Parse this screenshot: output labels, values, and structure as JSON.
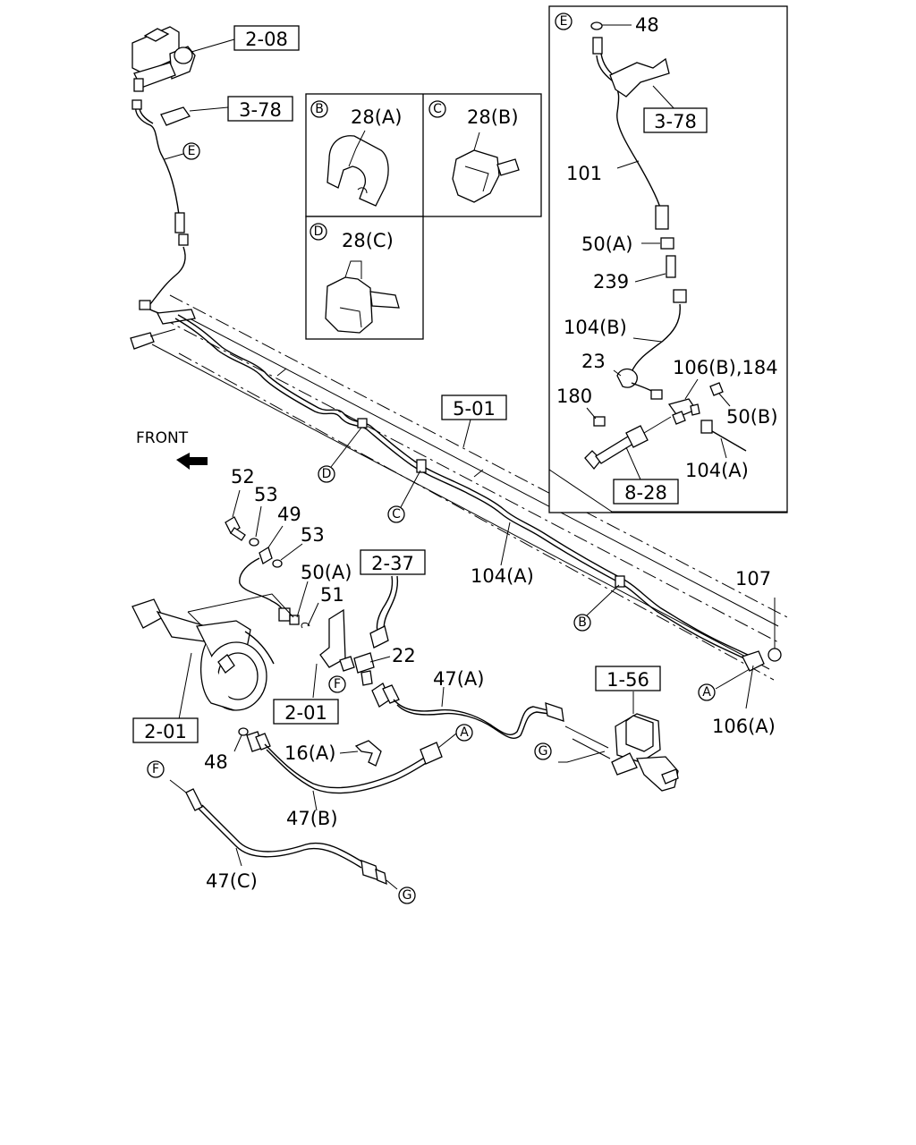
{
  "refs": {
    "r208": "2-08",
    "r378a": "3-78",
    "r378b": "3-78",
    "r501": "5-01",
    "r237": "2-37",
    "r201a": "2-01",
    "r201b": "2-01",
    "r156": "1-56",
    "r828": "8-28"
  },
  "front_label": "FRONT",
  "inset_letters": {
    "B": "B",
    "C": "C",
    "D": "D",
    "E": "E"
  },
  "inset_parts": {
    "b": "28(A)",
    "c": "28(B)",
    "d": "28(C)"
  },
  "detail_e": {
    "p48": "48",
    "p101": "101",
    "p50a": "50(A)",
    "p239": "239",
    "p104b": "104(B)",
    "p23": "23",
    "p106b": "106(B),184",
    "p180": "180",
    "p50b": "50(B)",
    "p104a": "104(A)"
  },
  "main_parts": {
    "p52": "52",
    "p53a": "53",
    "p49": "49",
    "p53b": "53",
    "p50a": "50(A)",
    "p51": "51",
    "p22": "22",
    "p47a": "47(A)",
    "p104a": "104(A)",
    "p107": "107",
    "p106a": "106(A)",
    "p48": "48",
    "p16a": "16(A)",
    "p47b": "47(B)",
    "p47c": "47(C)"
  },
  "markers": {
    "E": "E",
    "D": "D",
    "C": "C",
    "B": "B",
    "A1": "A",
    "A2": "A",
    "F1": "F",
    "F2": "F",
    "G1": "G",
    "G2": "G"
  }
}
